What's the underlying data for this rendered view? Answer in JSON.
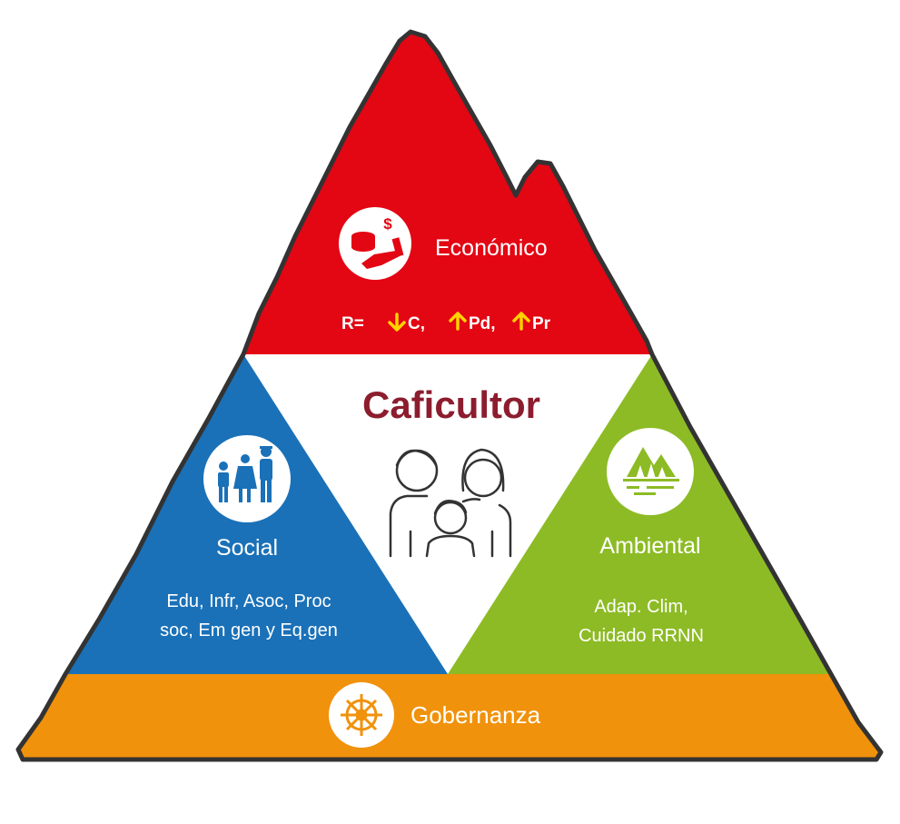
{
  "colors": {
    "economic": "#e30613",
    "social": "#1a71b8",
    "environmental": "#8dbb25",
    "governance": "#f0920b",
    "center": "#ffffff",
    "title": "#8c1d2e",
    "outline": "#333333",
    "arrow": "#ffd200",
    "text": "#ffffff"
  },
  "center": {
    "title": "Caficultor",
    "icon": "family-icon"
  },
  "economic": {
    "label": "Económico",
    "icon": "coins-hand-icon",
    "formula": {
      "prefix": "R=",
      "terms": [
        {
          "arrow": "down",
          "text": "C,"
        },
        {
          "arrow": "up",
          "text": "Pd,"
        },
        {
          "arrow": "up",
          "text": "Pr"
        }
      ]
    }
  },
  "social": {
    "label": "Social",
    "icon": "people-group-icon",
    "line1": "Edu, Infr,  Asoc, Proc",
    "line2": "soc, Em gen y Eq.gen"
  },
  "environmental": {
    "label": "Ambiental",
    "icon": "forest-lake-icon",
    "line1": "Adap. Clim,",
    "line2": "Cuidado RRNN"
  },
  "governance": {
    "label": "Gobernanza",
    "icon": "ship-wheel-icon"
  }
}
